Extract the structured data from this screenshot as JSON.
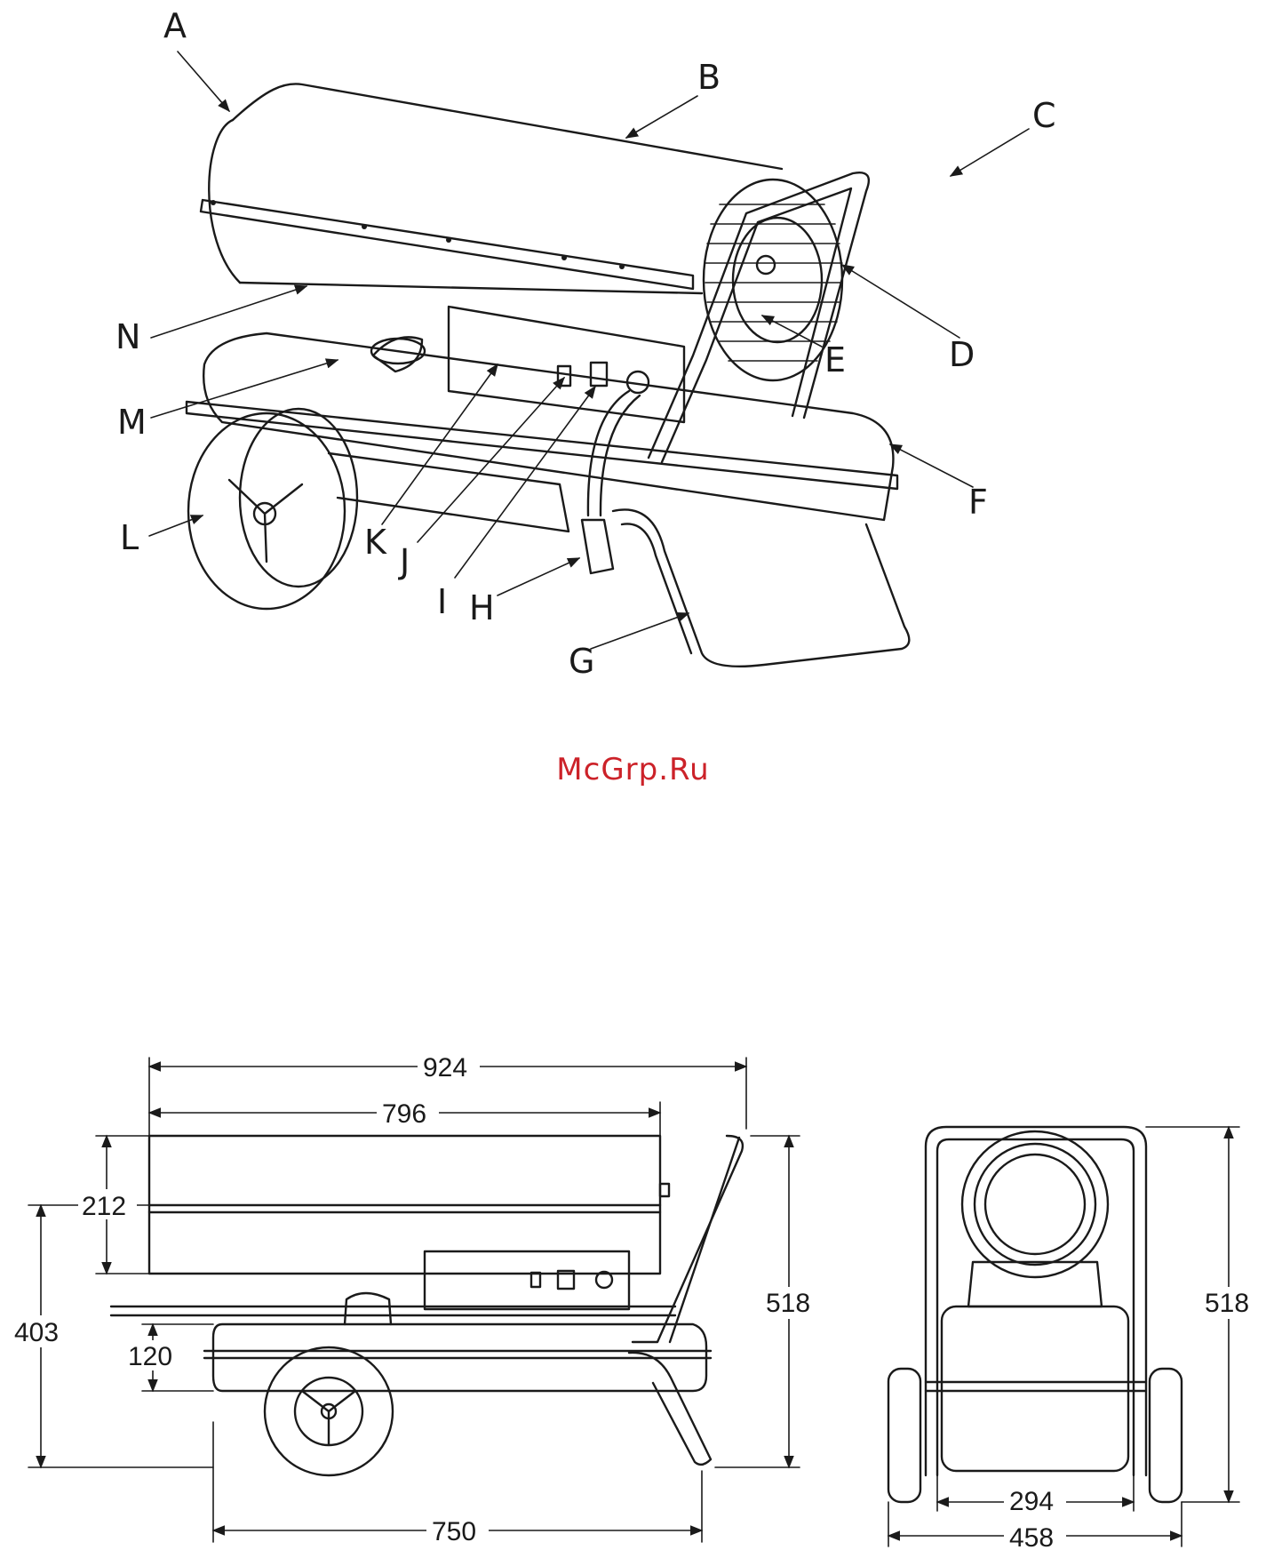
{
  "callouts": [
    "A",
    "B",
    "C",
    "D",
    "E",
    "F",
    "G",
    "H",
    "I",
    "J",
    "K",
    "L",
    "M",
    "N"
  ],
  "dimensions": {
    "side": {
      "overall_length": "924",
      "body_length": "796",
      "cylinder_height": "212",
      "axis_height": "403",
      "tank_height": "120",
      "wheelbase": "750",
      "total_height": "518"
    },
    "front": {
      "total_height": "518",
      "inner_width": "294",
      "overall_width": "458"
    }
  },
  "watermark": {
    "text": "McGrp.Ru",
    "color": "#cc2229"
  }
}
